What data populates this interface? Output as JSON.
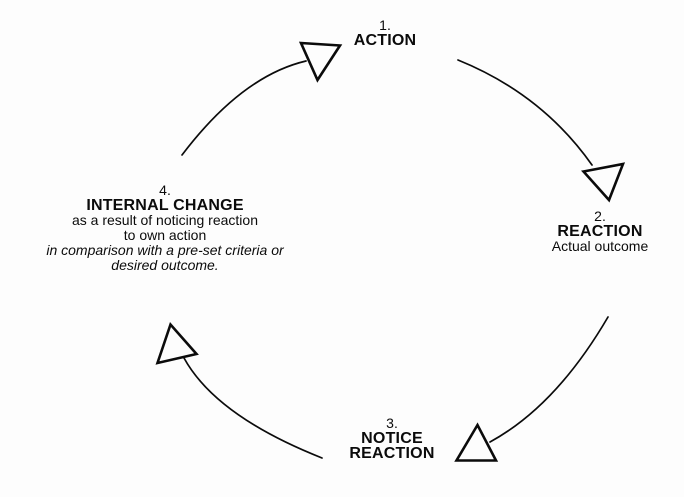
{
  "canvas": {
    "background_color": "#fdfdfd",
    "ink_color": "#0b0b0b"
  },
  "nodes": {
    "action": {
      "number": "1.",
      "title": "ACTION"
    },
    "reaction": {
      "number": "2.",
      "title": "REACTION",
      "subtitle": "Actual outcome"
    },
    "notice_reaction": {
      "number": "3.",
      "title_line1": "NOTICE",
      "title_line2": "REACTION"
    },
    "internal_change": {
      "number": "4.",
      "title": "INTERNAL CHANGE",
      "desc_line1": "as a result of noticing reaction",
      "desc_line2": "to own action",
      "italic_line1": "in comparison with a pre-set criteria or",
      "italic_line2": "desired outcome."
    }
  },
  "arrows": [
    {
      "from": "internal_change",
      "to": "action"
    },
    {
      "from": "action",
      "to": "reaction"
    },
    {
      "from": "reaction",
      "to": "notice_reaction"
    },
    {
      "from": "notice_reaction",
      "to": "internal_change"
    }
  ]
}
